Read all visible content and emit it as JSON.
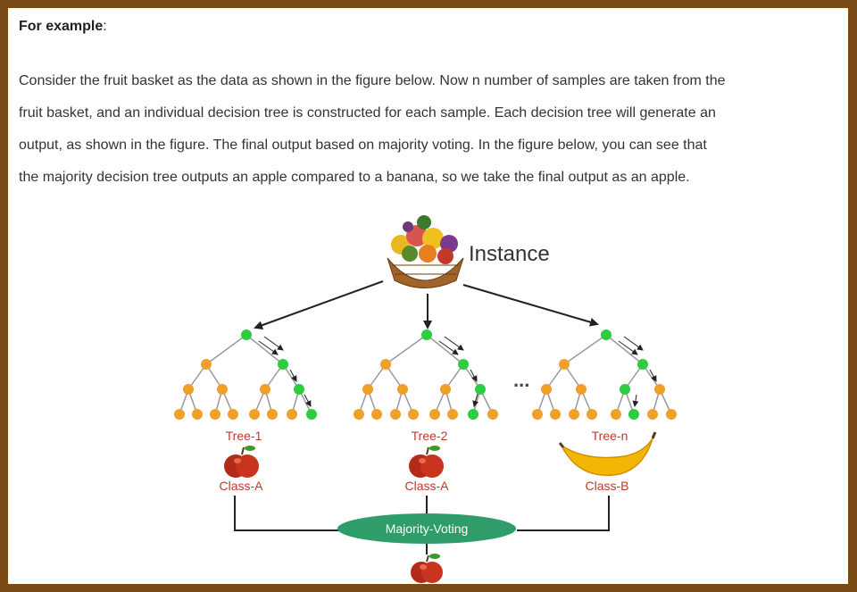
{
  "heading": {
    "bold": "For example",
    "suffix": ":"
  },
  "paragraph_lines": [
    "Consider the fruit basket as the data as shown in the figure below. Now n number of samples are taken from the",
    "fruit basket, and an individual decision tree is constructed for each sample. Each decision tree will generate an",
    "output, as shown in the figure. The final output based on majority voting. In the figure below, you can see that",
    "the majority decision tree outputs an apple compared to a banana, so we take the final output as an apple."
  ],
  "figure": {
    "instance_label": "Instance",
    "ellipsis": "...",
    "trees": [
      {
        "name": "Tree-1",
        "class": "Class-A",
        "fruit": "apple"
      },
      {
        "name": "Tree-2",
        "class": "Class-A",
        "fruit": "apple"
      },
      {
        "name": "Tree-n",
        "class": "Class-B",
        "fruit": "banana"
      }
    ],
    "voting_label": "Majority-Voting",
    "final_fruit": "apple",
    "colors": {
      "orange_node": "#f0a028",
      "green_node": "#2ecc40",
      "label_red": "#c0392b",
      "voting_green": "#2e9d6a",
      "frame_brown": "#7a4a16"
    }
  }
}
